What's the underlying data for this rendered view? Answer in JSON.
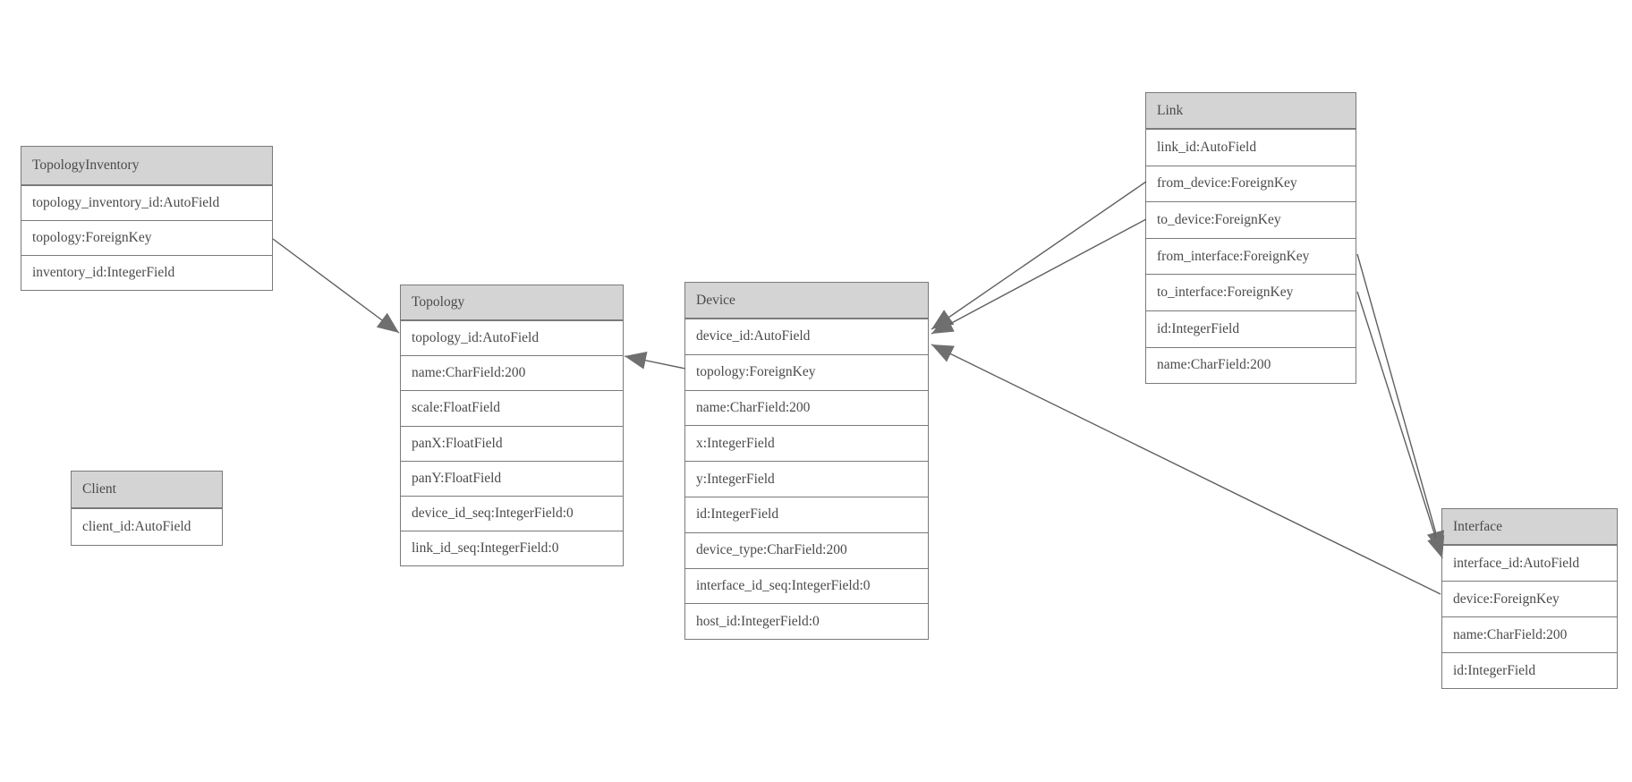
{
  "diagram": {
    "colors": {
      "header_fill": "#d4d4d4",
      "border": "#7a7a7a",
      "text": "#4a4a4a",
      "edge": "#5f5f5f",
      "arrow": "#6f6f6f",
      "canvas": "#ffffff"
    }
  },
  "tables": {
    "topology_inventory": {
      "title": "TopologyInventory",
      "rows": [
        "topology_inventory_id:AutoField",
        "topology:ForeignKey",
        "inventory_id:IntegerField"
      ]
    },
    "topology": {
      "title": "Topology",
      "rows": [
        "topology_id:AutoField",
        "name:CharField:200",
        "scale:FloatField",
        "panX:FloatField",
        "panY:FloatField",
        "device_id_seq:IntegerField:0",
        "link_id_seq:IntegerField:0"
      ]
    },
    "client": {
      "title": "Client",
      "rows": [
        "client_id:AutoField"
      ]
    },
    "device": {
      "title": "Device",
      "rows": [
        "device_id:AutoField",
        "topology:ForeignKey",
        "name:CharField:200",
        "x:IntegerField",
        "y:IntegerField",
        "id:IntegerField",
        "device_type:CharField:200",
        "interface_id_seq:IntegerField:0",
        "host_id:IntegerField:0"
      ]
    },
    "link": {
      "title": "Link",
      "rows": [
        "link_id:AutoField",
        "from_device:ForeignKey",
        "to_device:ForeignKey",
        "from_interface:ForeignKey",
        "to_interface:ForeignKey",
        "id:IntegerField",
        "name:CharField:200"
      ]
    },
    "interface": {
      "title": "Interface",
      "rows": [
        "interface_id:AutoField",
        "device:ForeignKey",
        "name:CharField:200",
        "id:IntegerField"
      ]
    }
  },
  "relations": [
    {
      "from": "TopologyInventory.topology",
      "to": "Topology"
    },
    {
      "from": "Device.topology",
      "to": "Topology"
    },
    {
      "from": "Link.from_device",
      "to": "Device"
    },
    {
      "from": "Link.to_device",
      "to": "Device"
    },
    {
      "from": "Interface.device",
      "to": "Device"
    },
    {
      "from": "Link.from_interface",
      "to": "Interface"
    },
    {
      "from": "Link.to_interface",
      "to": "Interface"
    }
  ]
}
